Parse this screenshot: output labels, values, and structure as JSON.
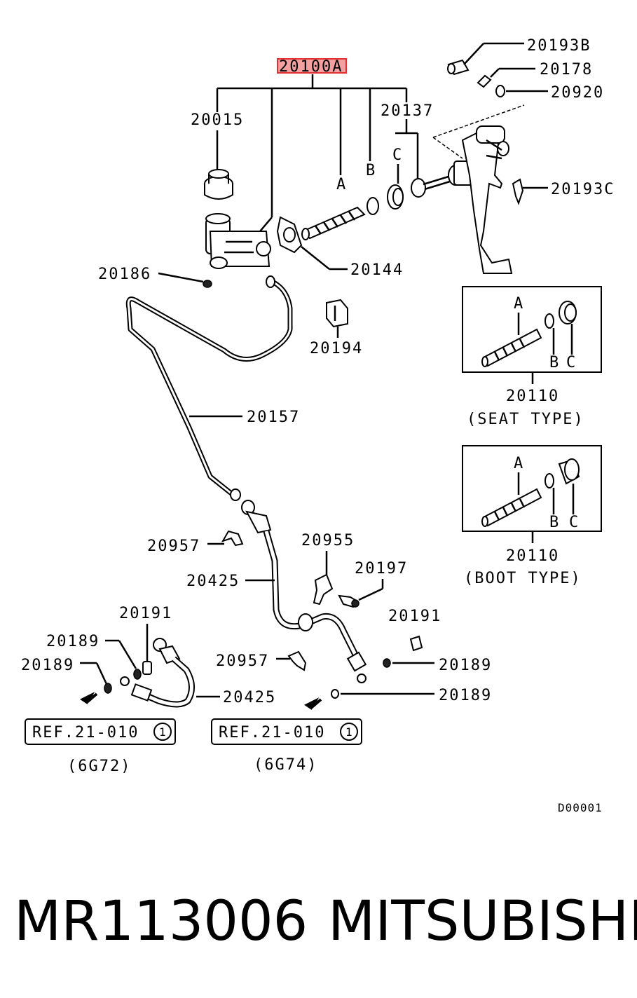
{
  "labels": {
    "main_assembly": "20100A",
    "cap": "20015",
    "pin_b": "20193B",
    "clip_20178": "20178",
    "ring_20920": "20920",
    "pushrod_20137": "20137",
    "clip_20193c": "20193C",
    "gasket_20144": "20144",
    "bleeder_20186": "20186",
    "clip_20194": "20194",
    "pipe_20157": "20157",
    "clip_20957_a": "20957",
    "clip_20955": "20955",
    "bolt_20197": "20197",
    "hose_20425_a": "20425",
    "pin_20191_left": "20191",
    "pin_20191_right": "20191",
    "gasket_20189_1": "20189",
    "gasket_20189_2": "20189",
    "clip_20957_b": "20957",
    "gasket_20189_3": "20189",
    "hose_20425_b": "20425",
    "gasket_20189_4": "20189",
    "letter_a": "A",
    "letter_b": "B",
    "letter_c": "C"
  },
  "inset_seat": {
    "part": "20110",
    "type": "(SEAT TYPE)",
    "a": "A",
    "b": "B",
    "c": "C"
  },
  "inset_boot": {
    "part": "20110",
    "type": "(BOOT TYPE)",
    "a": "A",
    "b": "B",
    "c": "C"
  },
  "references": {
    "left_ref": "REF.21-010",
    "left_circle": "1",
    "left_engine": "(6G72)",
    "right_ref": "REF.21-010",
    "right_circle": "1",
    "right_engine": "(6G74)"
  },
  "diagram_code": "D00001",
  "footer": {
    "part_number": "MR113006",
    "brand": "MITSUBISHI"
  },
  "colors": {
    "highlight_fill": "#f4a0a0",
    "highlight_stroke": "#e03030",
    "ink": "#000000"
  }
}
